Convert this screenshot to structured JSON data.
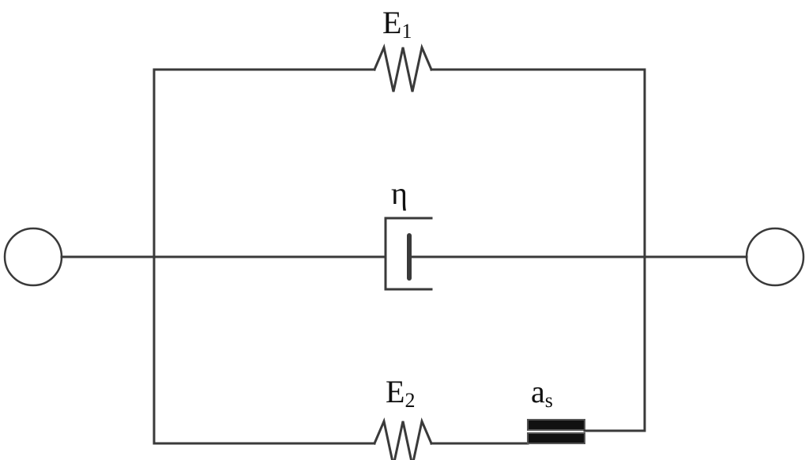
{
  "labels": {
    "e1": {
      "main": "E",
      "sub": "1"
    },
    "eta": "η",
    "e2": {
      "main": "E",
      "sub": "2"
    },
    "as": {
      "main": "a",
      "sub": "s"
    }
  },
  "colors": {
    "wire": "#3a3a3a",
    "text": "#111111",
    "plate": "#111111",
    "background": "#ffffff"
  }
}
